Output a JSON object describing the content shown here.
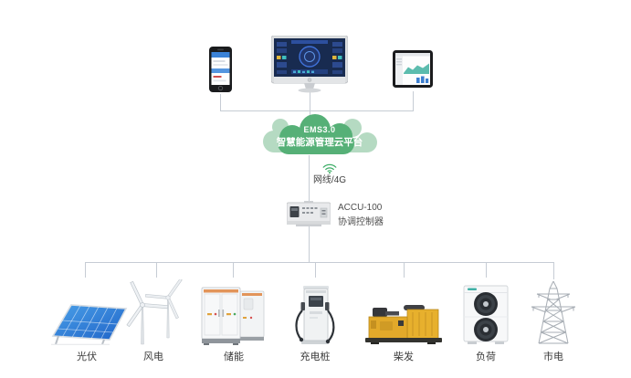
{
  "cloud": {
    "line1": "EMS3.0",
    "line2": "智慧能源管理云平台",
    "body_color": "#56b077",
    "lobe_color": "#b5dac2"
  },
  "connection": {
    "label": "网线/4G",
    "wifi_icon": "wifi-icon",
    "wifi_color": "#3fae68"
  },
  "controller": {
    "model": "ACCU-100",
    "name": "协调控制器",
    "icon": "din-rail-controller-icon"
  },
  "clients": [
    {
      "id": "phone",
      "icon": "smartphone-icon"
    },
    {
      "id": "monitor",
      "icon": "desktop-monitor-icon"
    },
    {
      "id": "tablet",
      "icon": "tablet-icon"
    }
  ],
  "nodes": [
    {
      "id": "pv",
      "label": "光伏",
      "icon": "solar-panel-icon"
    },
    {
      "id": "wind",
      "label": "风电",
      "icon": "wind-turbine-icon"
    },
    {
      "id": "storage",
      "label": "储能",
      "icon": "battery-cabinet-icon"
    },
    {
      "id": "charger",
      "label": "充电桩",
      "icon": "ev-charger-icon"
    },
    {
      "id": "diesel",
      "label": "柴发",
      "icon": "diesel-generator-icon"
    },
    {
      "id": "load",
      "label": "负荷",
      "icon": "ac-unit-icon"
    },
    {
      "id": "grid",
      "label": "市电",
      "icon": "power-tower-icon"
    }
  ],
  "colors": {
    "connector_line": "#c6ccd4",
    "solar_blue": "#2e7fd6",
    "diesel_yellow": "#e2a92a",
    "screen_navy": "#182b50",
    "label_text": "#3a3a3a"
  }
}
